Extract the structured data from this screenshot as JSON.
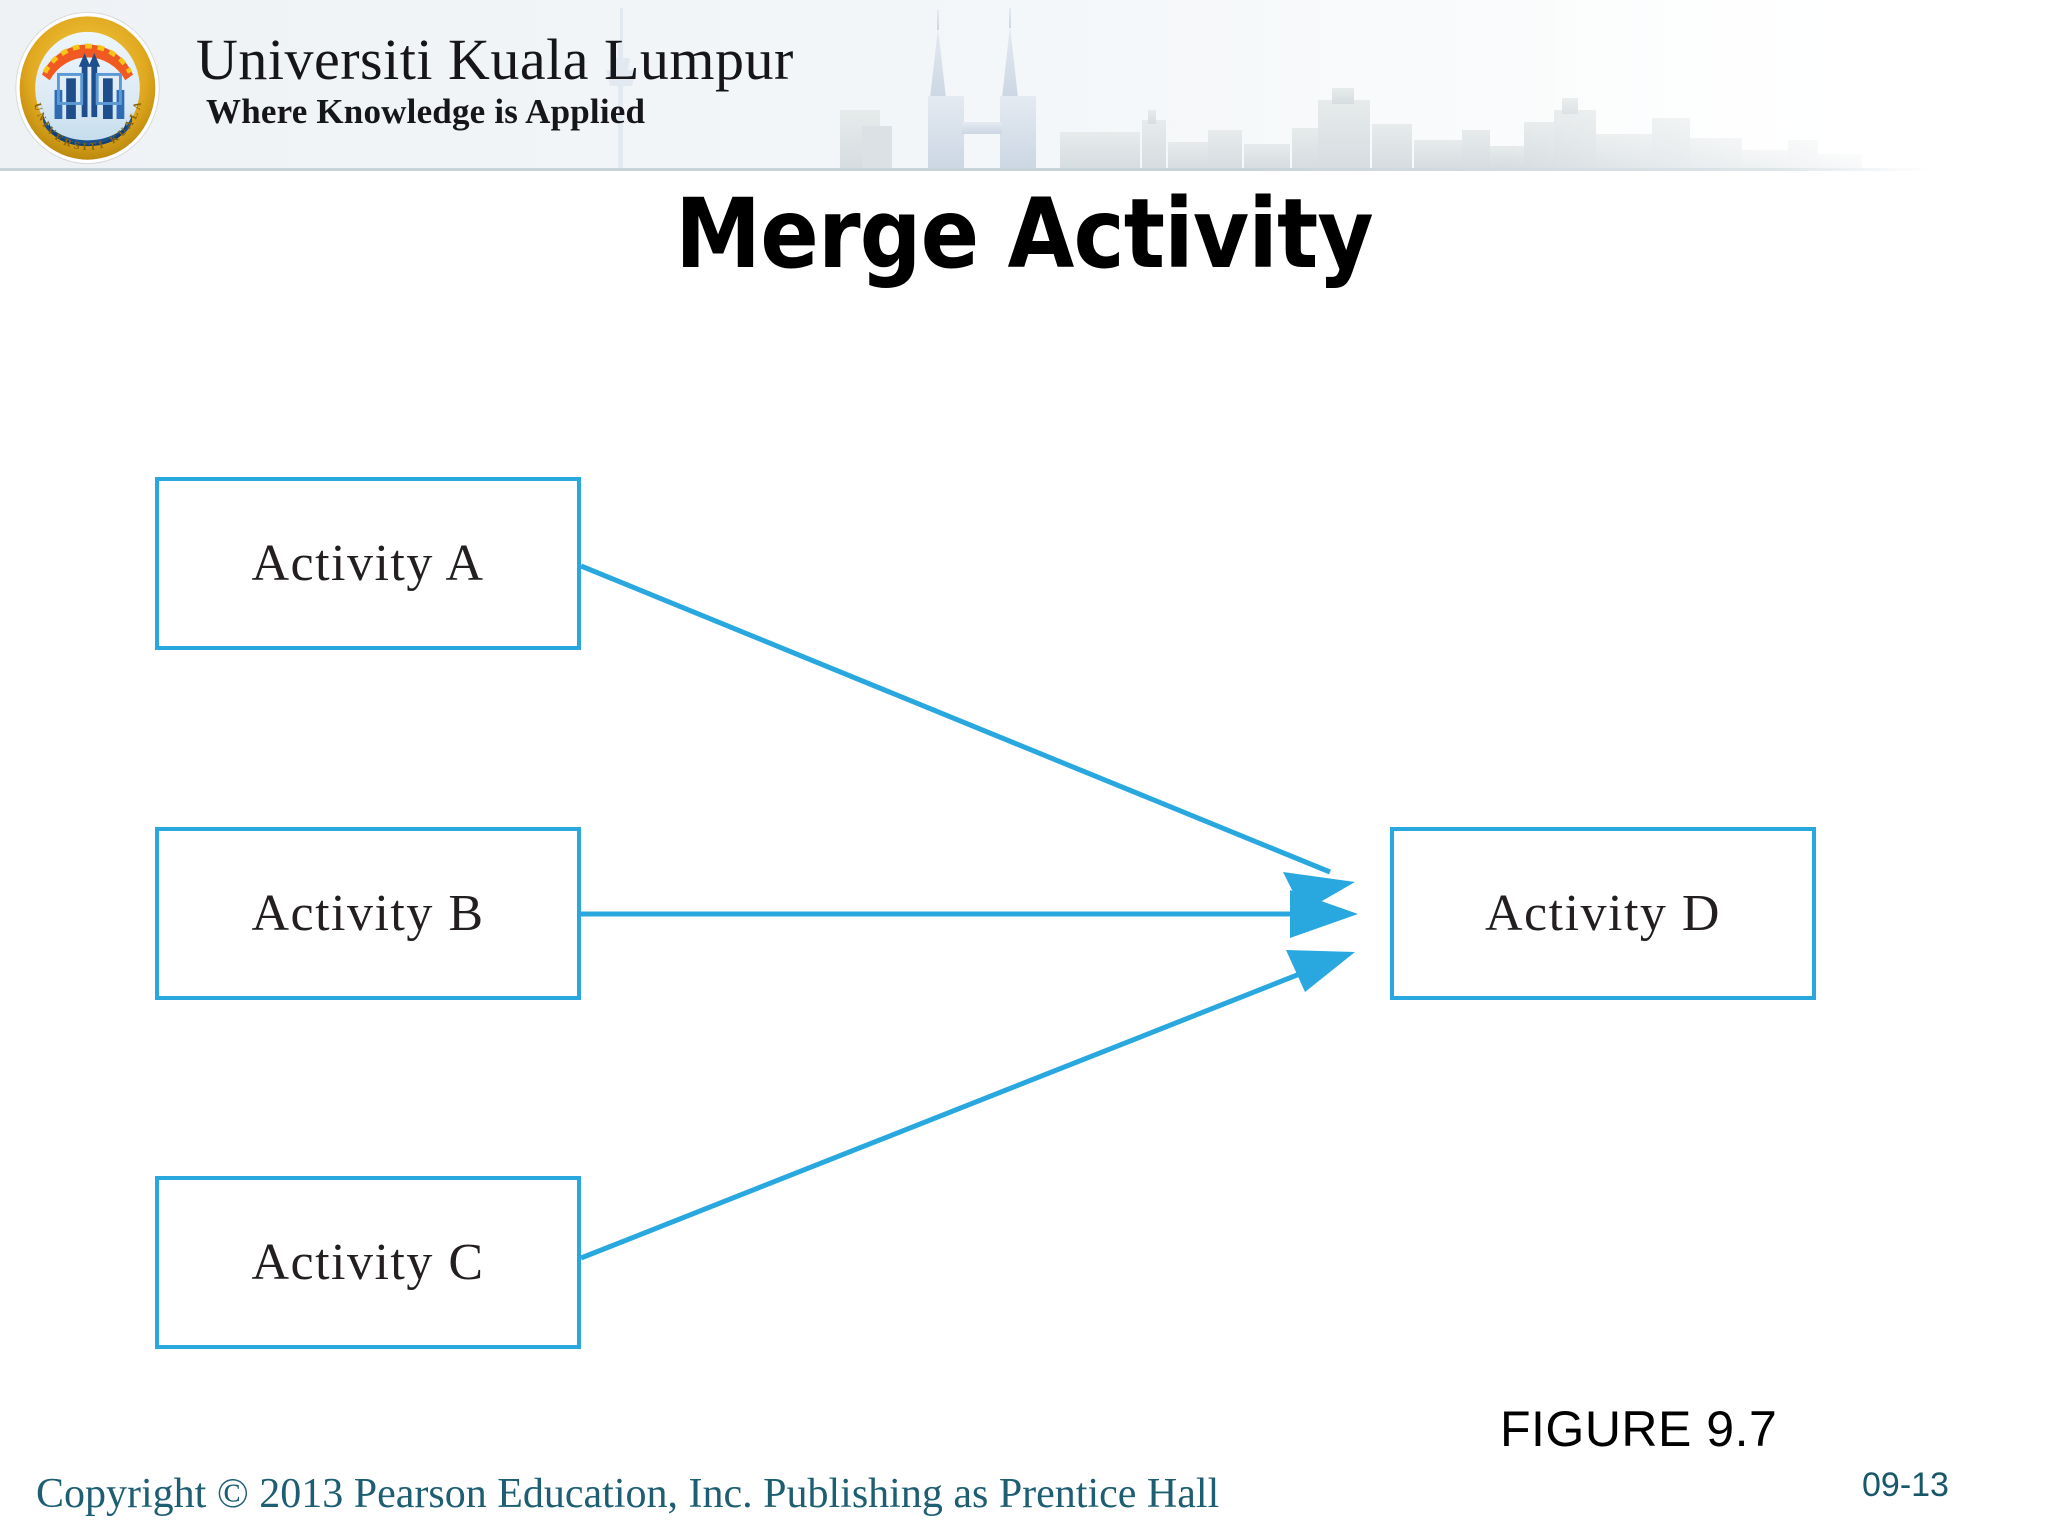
{
  "header": {
    "logo_icon": "universiti-kuala-lumpur-seal-icon",
    "university_name": "Universiti Kuala Lumpur",
    "tagline": "Where Knowledge is Applied",
    "skyline_icon": "kuala-lumpur-skyline-watermark-icon"
  },
  "title": "Merge Activity",
  "diagram": {
    "type": "flow-diagram",
    "accent_color": "#29a8e0",
    "box_text_color": "#231f20",
    "nodes": [
      {
        "id": "a",
        "label": "Activity A"
      },
      {
        "id": "b",
        "label": "Activity B"
      },
      {
        "id": "c",
        "label": "Activity C"
      },
      {
        "id": "d",
        "label": "Activity D"
      }
    ],
    "edges": [
      {
        "from": "a",
        "to": "d",
        "arrow_icon": "arrow-head-icon"
      },
      {
        "from": "b",
        "to": "d",
        "arrow_icon": "arrow-head-icon"
      },
      {
        "from": "c",
        "to": "d",
        "arrow_icon": "arrow-head-icon"
      }
    ]
  },
  "footer": {
    "figure_caption": "FIGURE 9.7",
    "slide_number": "09-13",
    "slide_number_color": "#19576b",
    "copyright": "Copyright © 2013 Pearson Education, Inc. Publishing as Prentice Hall",
    "copyright_color": "#1d5e72"
  }
}
